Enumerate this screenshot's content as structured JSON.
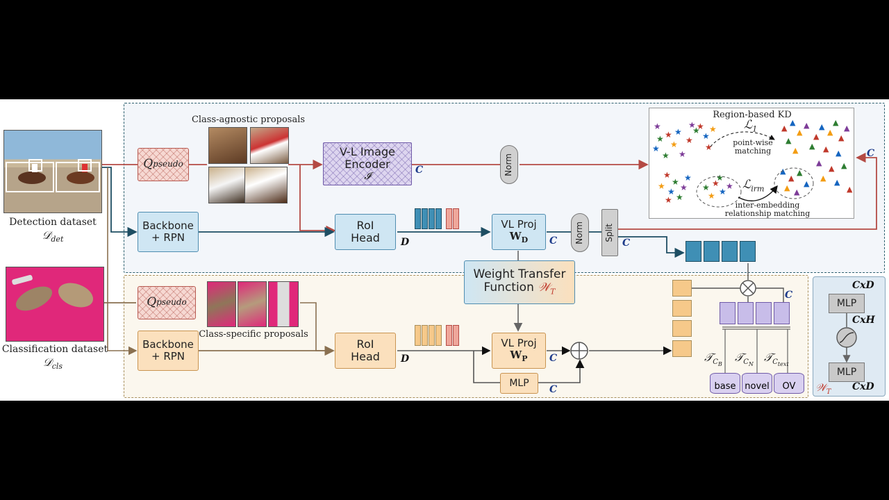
{
  "title": "",
  "datasets": {
    "detection": {
      "label": "Detection dataset",
      "symbol": "𝒟",
      "subscript": "det"
    },
    "classification": {
      "label": "Classification dataset",
      "symbol": "𝒟",
      "subscript": "cls"
    }
  },
  "pseudo": {
    "symbol": "Q",
    "subscript": "pseudo"
  },
  "proposals": {
    "agnostic": "Class-agnostic proposals",
    "specific": "Class-specific proposals"
  },
  "modules": {
    "vl_encoder_line1": "V-L Image",
    "vl_encoder_line2": "Encoder",
    "vl_encoder_symbol": "𝓘",
    "backbone_line1": "Backbone",
    "backbone_line2": "+ RPN",
    "roi_line1": "RoI",
    "roi_line2": "Head",
    "vlproj": "VL Proj",
    "wd": "W",
    "wd_sub": "D",
    "wp": "W",
    "wp_sub": "P",
    "norm": "Norm",
    "split": "Split",
    "wtf_line1": "Weight Transfer",
    "wtf_line2": "Function",
    "wtf_symbol": "𝒲",
    "wtf_sub": "T",
    "mlp": "MLP"
  },
  "dims": {
    "C": "C",
    "D": "D",
    "CxD": "CxD",
    "CxH": "CxH"
  },
  "kd": {
    "title": "Region-based KD",
    "l1": "ℒ",
    "l1_sub": "1",
    "pointwise_line1": "point-wise",
    "pointwise_line2": "matching",
    "lirm": "ℒ",
    "lirm_sub": "irm",
    "irm_line1": "inter-embedding",
    "irm_line2": "relationship matching"
  },
  "classifiers": {
    "tb": "𝒯",
    "tb_sub": "C",
    "tb_subsub": "B",
    "tn": "𝒯",
    "tn_sub": "C",
    "tn_subsub": "N",
    "tt": "𝒯",
    "tt_sub": "C",
    "tt_subsub": "text",
    "base": "base",
    "novel": "novel",
    "ov": "OV"
  },
  "colors": {
    "det_line": "#1e4e63",
    "cls_line": "#9a7a4e",
    "kd_line": "#b44a44",
    "blue_cell": "#3f8fb5",
    "pink_cell": "#efa79b",
    "orange_cell": "#f6c98a",
    "purple_cell": "#c8bde9",
    "wt_symbol": "#c0392b"
  }
}
